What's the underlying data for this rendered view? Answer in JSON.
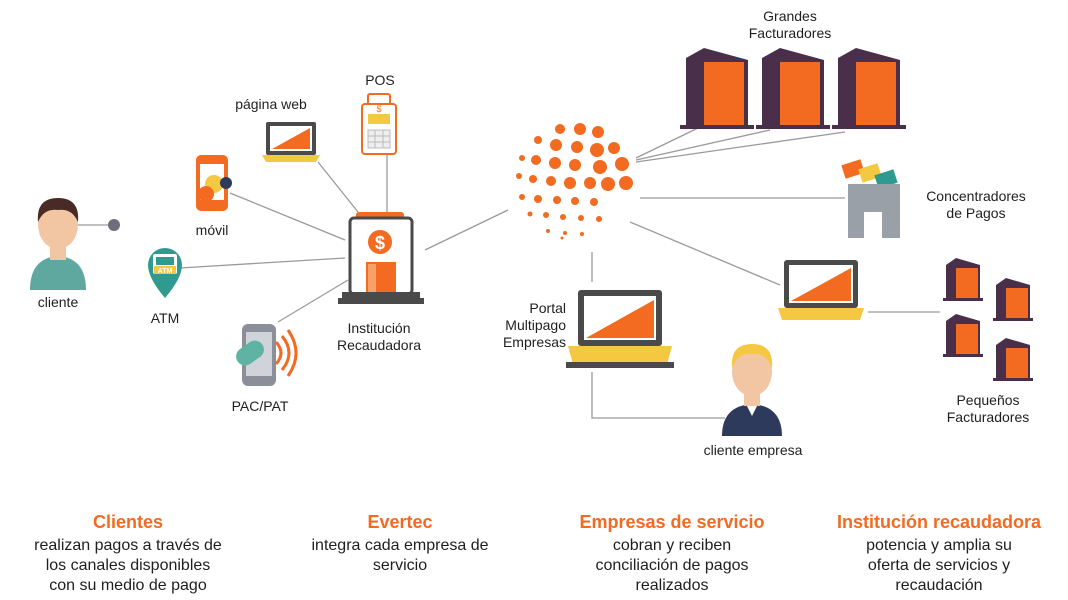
{
  "labels": {
    "cliente": "cliente",
    "atm": "ATM",
    "movil": "móvil",
    "pagina_web": "página web",
    "pos": "POS",
    "pac_pat": "PAC/PAT",
    "institucion": "Institución\nRecaudadora",
    "portal": "Portal\nMultipago\nEmpresas",
    "cliente_empresa": "cliente empresa",
    "grandes": "Grandes\nFacturadores",
    "concentradores": "Concentradores\nde Pagos",
    "pequenos": "Pequeños\nFacturadores",
    "atm_screen": "ATM",
    "pos_symbol": "$",
    "institucion_symbol": "$"
  },
  "footer": [
    {
      "title": "Clientes",
      "text": "realizan pagos a través de\nlos canales disponibles\ncon su medio de pago"
    },
    {
      "title": "Evertec",
      "text": "integra cada empresa de\nservicio"
    },
    {
      "title": "Empresas de servicio",
      "text": "cobran y reciben\nconciliación de pagos\nrealizados"
    },
    {
      "title": "Institución recaudadora",
      "text": "potencia y amplia su\noferta de servicios y\nrecaudación"
    }
  ],
  "colors": {
    "accent": "#f26b21",
    "purple": "#4a2f4b",
    "yellow": "#f5c842",
    "teal": "#5fb3a3",
    "gray": "#8a8a8a"
  }
}
